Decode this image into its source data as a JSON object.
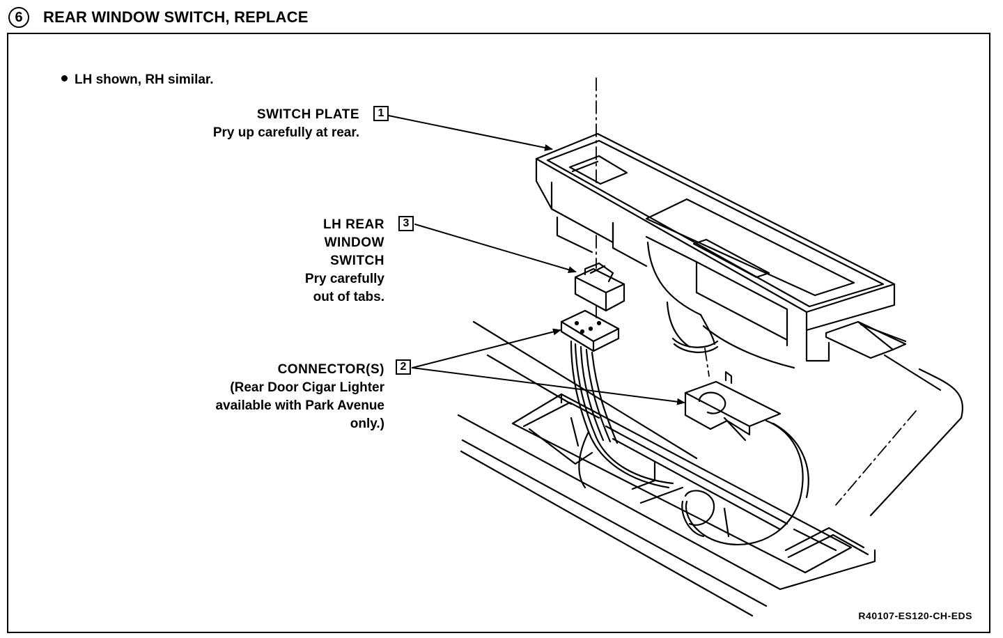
{
  "header": {
    "step_number": "6",
    "title": "REAR WINDOW SWITCH, REPLACE"
  },
  "note": "LH shown, RH similar.",
  "callouts": [
    {
      "number": "1",
      "name_lines": [
        "SWITCH PLATE"
      ],
      "desc_lines": [
        "Pry up carefully at rear."
      ]
    },
    {
      "number": "3",
      "name_lines": [
        "LH REAR",
        "WINDOW",
        "SWITCH"
      ],
      "desc_lines": [
        "Pry carefully",
        "out of tabs."
      ]
    },
    {
      "number": "2",
      "name_lines": [
        "CONNECTOR(S)"
      ],
      "desc_lines": [
        "(Rear Door Cigar Lighter",
        "available with Park Avenue",
        "only.)"
      ]
    }
  ],
  "figure_code": "R40107-ES120-CH-EDS"
}
